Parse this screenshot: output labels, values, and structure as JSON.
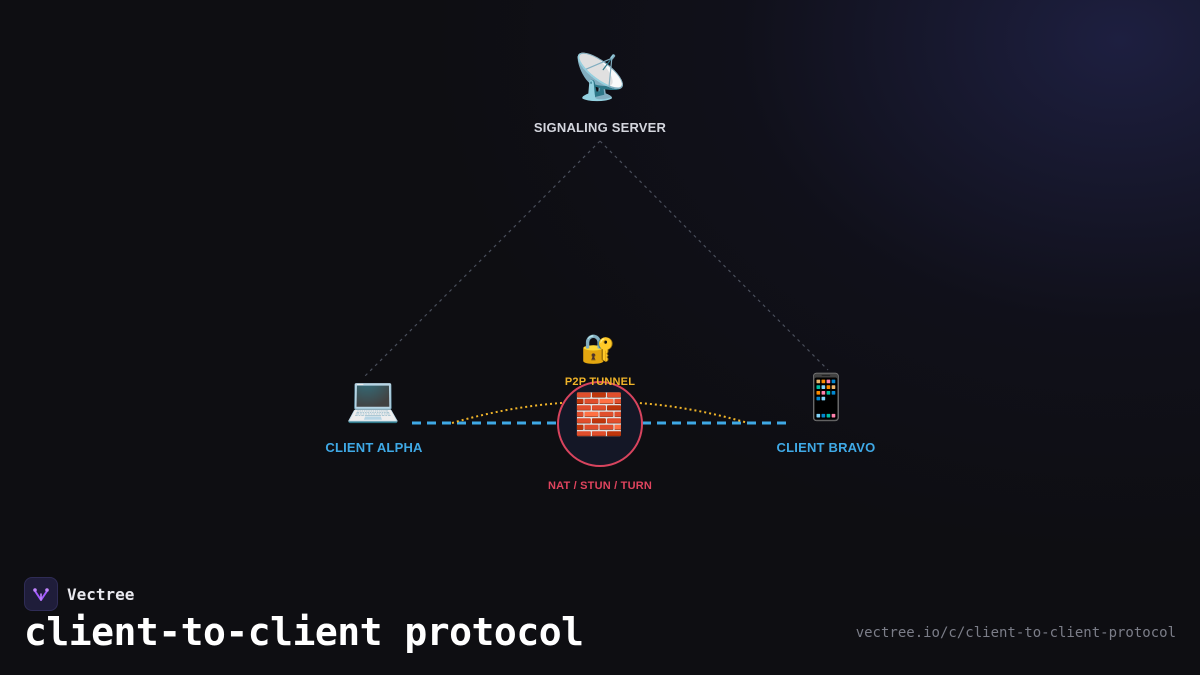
{
  "colors": {
    "background": "#0e0e12",
    "client_accent": "#3fa9e6",
    "tunnel_accent": "#f0b429",
    "nat_accent": "#e0445e",
    "server_label": "#d4d6de"
  },
  "diagram": {
    "server": {
      "icon": "satellite-dish-icon",
      "glyph": "📡",
      "label": "SIGNALING SERVER"
    },
    "client_alpha": {
      "icon": "laptop-icon",
      "glyph": "💻",
      "label": "CLIENT ALPHA"
    },
    "client_bravo": {
      "icon": "smartphone-icon",
      "glyph": "📱",
      "label": "CLIENT BRAVO"
    },
    "tunnel": {
      "icon": "lock-key-icon",
      "glyph": "🔐",
      "label": "P2P TUNNEL"
    },
    "nat": {
      "icon": "brick-wall-icon",
      "glyph": "🧱",
      "label": "NAT / STUN / TURN"
    }
  },
  "footer": {
    "brand_name": "Vectree",
    "title": "client-to-client protocol",
    "url": "vectree.io/c/client-to-client-protocol"
  }
}
